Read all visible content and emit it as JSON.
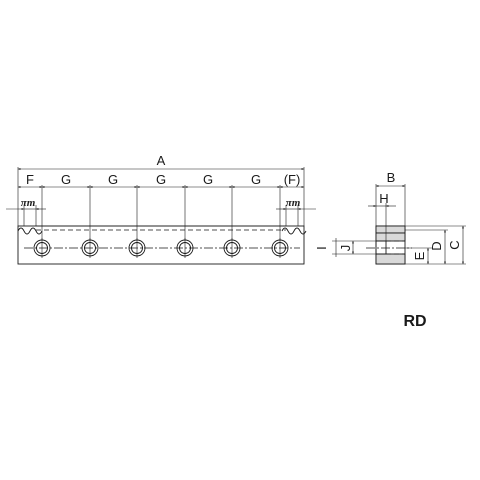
{
  "labels": {
    "A": "A",
    "B": "B",
    "C": "C",
    "D": "D",
    "E": "E",
    "F": "F",
    "F_paren": "(F)",
    "G": "G",
    "H": "H",
    "I": "I",
    "J": "J",
    "pitch": "πm"
  },
  "title": "RD",
  "colors": {
    "line": "#1a1a1a",
    "shade": "#d9d9d9"
  }
}
